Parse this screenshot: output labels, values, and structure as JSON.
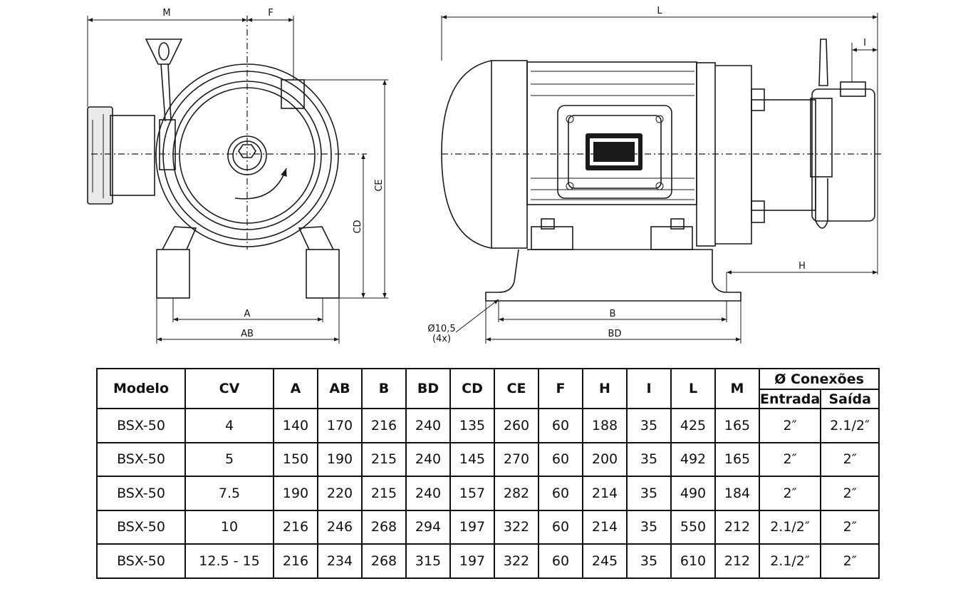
{
  "dimension_labels": {
    "M": "M",
    "F": "F",
    "L": "L",
    "I": "I",
    "CE": "CE",
    "CD": "CD",
    "A": "A",
    "AB": "AB",
    "B": "B",
    "BD": "BD",
    "H": "H",
    "hole_dia": "Ø10,5",
    "hole_qty": "(4x)"
  },
  "table": {
    "headers": [
      "Modelo",
      "CV",
      "A",
      "AB",
      "B",
      "BD",
      "CD",
      "CE",
      "F",
      "H",
      "I",
      "L",
      "M"
    ],
    "group_header": "Ø Conexões",
    "sub_headers": [
      "Entrada",
      "Saída"
    ],
    "rows": [
      [
        "BSX-50",
        "4",
        "140",
        "170",
        "216",
        "240",
        "135",
        "260",
        "60",
        "188",
        "35",
        "425",
        "165",
        "2″",
        "2.1/2″"
      ],
      [
        "BSX-50",
        "5",
        "150",
        "190",
        "215",
        "240",
        "145",
        "270",
        "60",
        "200",
        "35",
        "492",
        "165",
        "2″",
        "2″"
      ],
      [
        "BSX-50",
        "7.5",
        "190",
        "220",
        "215",
        "240",
        "157",
        "282",
        "60",
        "214",
        "35",
        "490",
        "184",
        "2″",
        "2″"
      ],
      [
        "BSX-50",
        "10",
        "216",
        "246",
        "268",
        "294",
        "197",
        "322",
        "60",
        "214",
        "35",
        "550",
        "212",
        "2.1/2″",
        "2″"
      ],
      [
        "BSX-50",
        "12.5 - 15",
        "216",
        "234",
        "268",
        "315",
        "197",
        "322",
        "60",
        "245",
        "35",
        "610",
        "212",
        "2.1/2″",
        "2″"
      ]
    ]
  },
  "icons": [
    "weg-logo",
    "rotation-arrow-icon"
  ]
}
